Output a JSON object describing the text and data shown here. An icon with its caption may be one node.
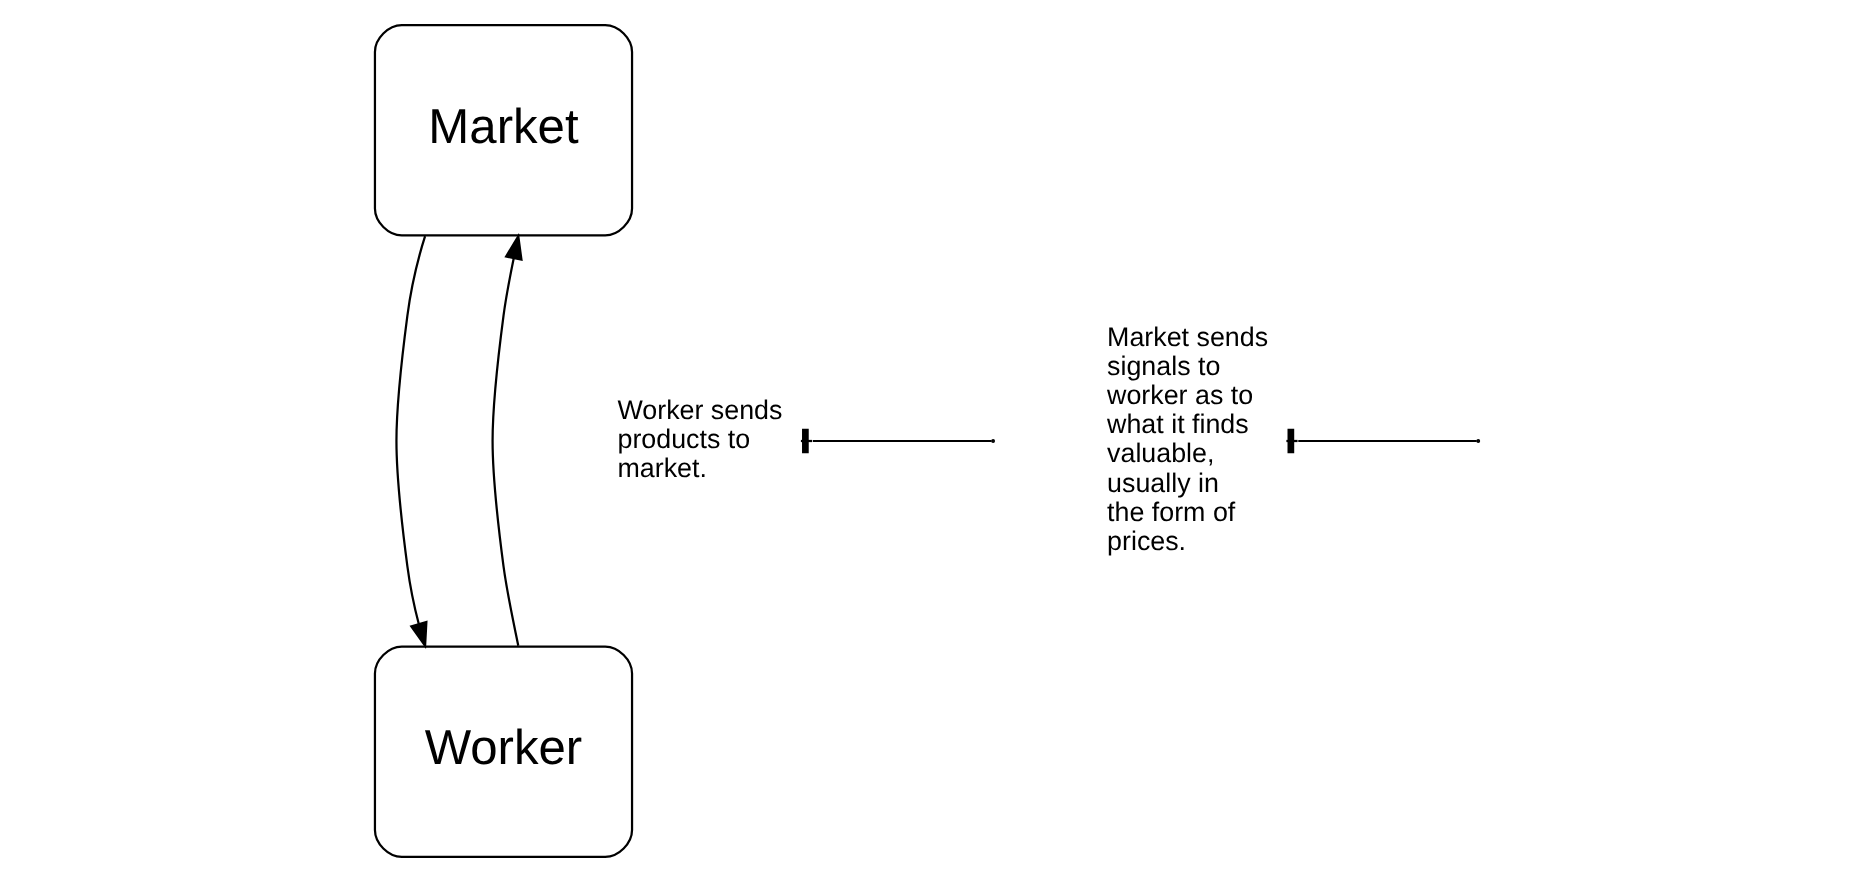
{
  "diagram": {
    "nodes": [
      {
        "text": [
          "Market"
        ]
      },
      {
        "text": [
          "Worker"
        ]
      },
      {
        "text": [
          "Worker sends products to market."
        ]
      },
      {
        "text": [
          "Market sends signals to worker as to what it finds valuable, usually in the form of prices."
        ]
      }
    ],
    "edges": [
      {
        "from": 1,
        "to": 0,
        "arrow": "to"
      },
      {
        "from": 0,
        "to": 1,
        "arrow": "to"
      },
      {
        "from": 2,
        "to": null,
        "arrow": "other"
      },
      {
        "from": 3,
        "to": null,
        "arrow": "other"
      }
    ]
  }
}
